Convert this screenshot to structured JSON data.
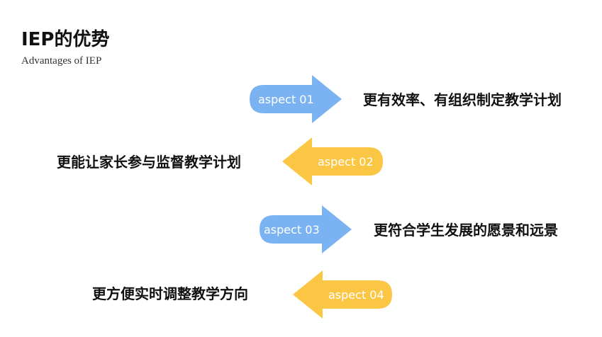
{
  "header": {
    "title": "IEP的优势",
    "subtitle": "Advantages of IEP"
  },
  "colors": {
    "blue": "#7bb3f2",
    "yellow": "#fcc645",
    "text": "#111111"
  },
  "aspects": [
    {
      "label": "aspect 01",
      "description": "更有效率、有组织制定教学计划",
      "direction": "right",
      "color": "blue"
    },
    {
      "label": "aspect 02",
      "description": "更能让家长参与监督教学计划",
      "direction": "left",
      "color": "yellow"
    },
    {
      "label": "aspect 03",
      "description": "更符合学生发展的愿景和远景",
      "direction": "right",
      "color": "blue"
    },
    {
      "label": "aspect 04",
      "description": "更方便实时调整教学方向",
      "direction": "left",
      "color": "yellow"
    }
  ]
}
